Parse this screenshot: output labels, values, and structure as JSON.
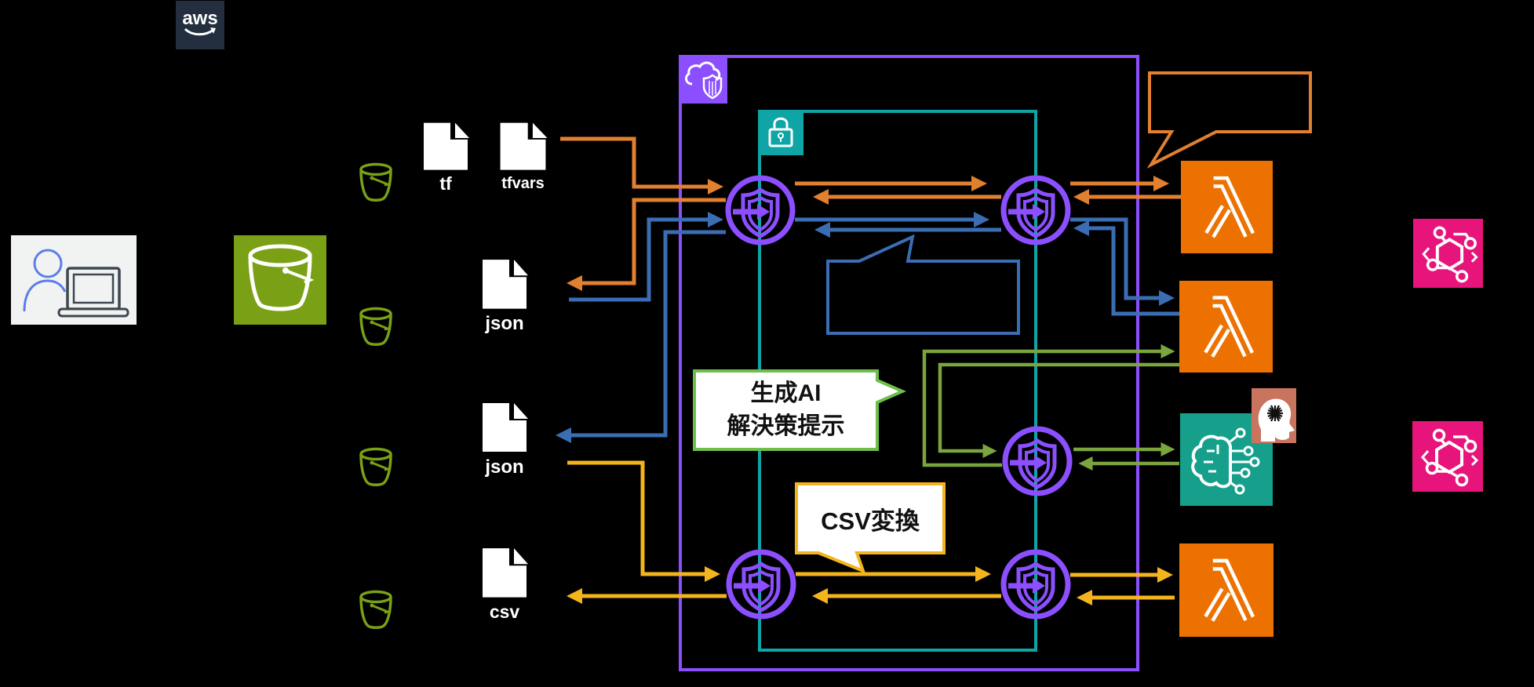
{
  "app": {
    "kind": "aws-architecture-diagram",
    "background": "#000000"
  },
  "logo": {
    "label": "aws"
  },
  "files": [
    {
      "label": "tf"
    },
    {
      "label": "tfvars"
    },
    {
      "label": "json"
    },
    {
      "label": "json"
    },
    {
      "label": "csv"
    }
  ],
  "callouts": {
    "genai": {
      "line1": "生成AI",
      "line2": "解決策提示"
    },
    "csv_convert": {
      "text": "CSV変換"
    },
    "orange_note": {
      "text": ""
    },
    "blue_note": {
      "text": ""
    }
  },
  "icons": {
    "aws-logo": "aws smile logo",
    "user-laptop": "person at laptop",
    "s3-bucket": "green S3 bucket",
    "small-bucket": "green bucket outline",
    "file-document": "document page with folded corner",
    "vpc-cloud-shield": "cloud with shield",
    "subnet-lock": "padlock",
    "vpc-endpoint": "circle shield with inbound arrow",
    "lambda": "AWS Lambda",
    "bedrock-brain": "circuit brain",
    "ai-head": "head with starburst",
    "hexagon-nodes": "hexagon with node circles"
  },
  "colors": {
    "vpc_purple": "#8C4FFF",
    "subnet_teal": "#0FA4A6",
    "arrow_orange": "#E1802F",
    "arrow_blue": "#3B6DB3",
    "arrow_green": "#7BA53E",
    "arrow_yellow": "#F4B41D",
    "callout_green_border": "#6EBE4C",
    "s3_green": "#7AA116",
    "lambda_orange": "#ED7100",
    "bedrock_teal": "#16A08C",
    "service_pink": "#E7157B",
    "ai_head_salmon": "#C8745F",
    "aws_navy": "#232F3E"
  }
}
